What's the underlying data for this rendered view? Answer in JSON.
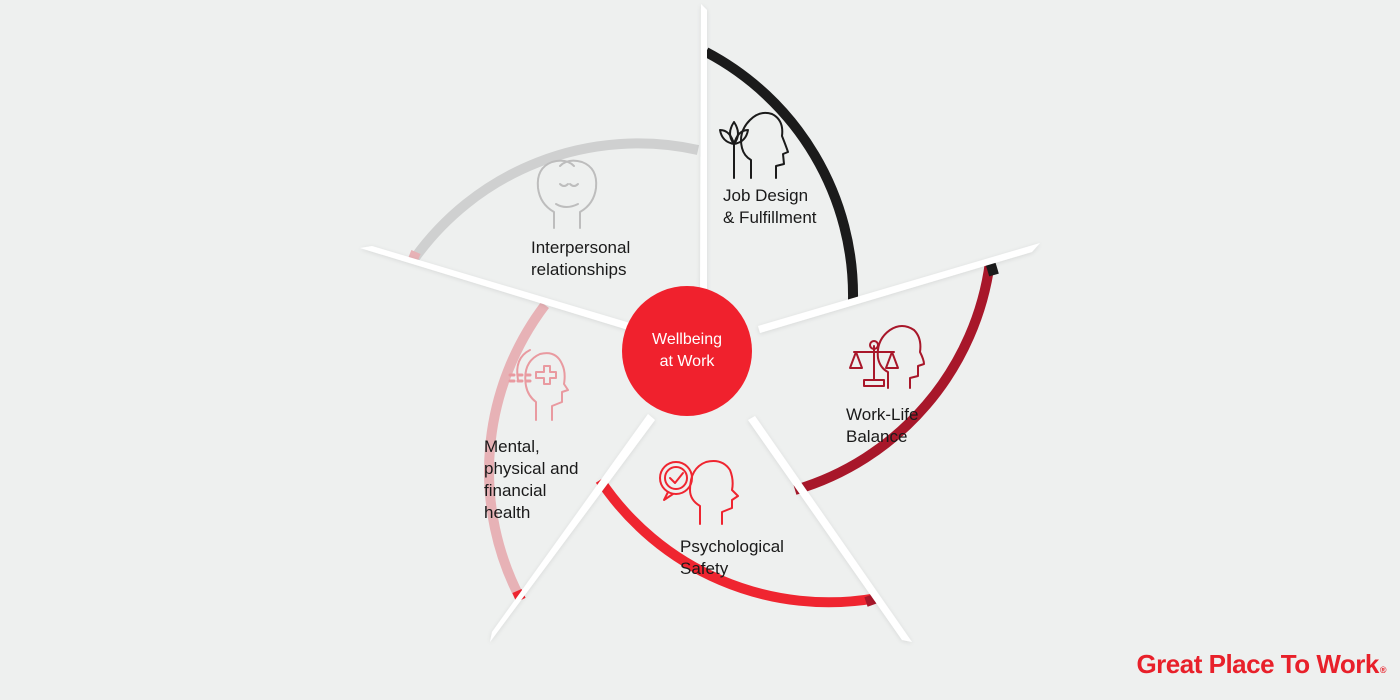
{
  "center": {
    "line1": "Wellbeing",
    "line2": "at Work",
    "color": "#f0212d"
  },
  "segments": [
    {
      "id": "job-design",
      "lines": [
        "Job Design",
        "& Fulfillment"
      ],
      "arc_color": "#1b1b1b",
      "icon": "lotus-head-icon",
      "icon_color": "#1b1b1b"
    },
    {
      "id": "work-life",
      "lines": [
        "Work-Life",
        "Balance"
      ],
      "arc_color": "#a8172a",
      "icon": "scales-head-icon",
      "icon_color": "#a8172a"
    },
    {
      "id": "psych-safety",
      "lines": [
        "Psychological",
        "Safety"
      ],
      "arc_color": "#ef2530",
      "icon": "checkmark-bubble-head-icon",
      "icon_color": "#ef2530"
    },
    {
      "id": "health",
      "lines": [
        "Mental,",
        "physical and",
        "financial",
        "health"
      ],
      "arc_color": "#e7b2b6",
      "icon": "medical-cross-head-icon",
      "icon_color": "#e99aa0"
    },
    {
      "id": "interpersonal",
      "lines": [
        "Interpersonal",
        "relationships"
      ],
      "arc_color": "#cfd0d0",
      "icon": "two-faces-icon",
      "icon_color": "#bdbdbd"
    }
  ],
  "brand": {
    "text": "Great Place To Work",
    "reg": "®",
    "color": "#e8202a"
  }
}
